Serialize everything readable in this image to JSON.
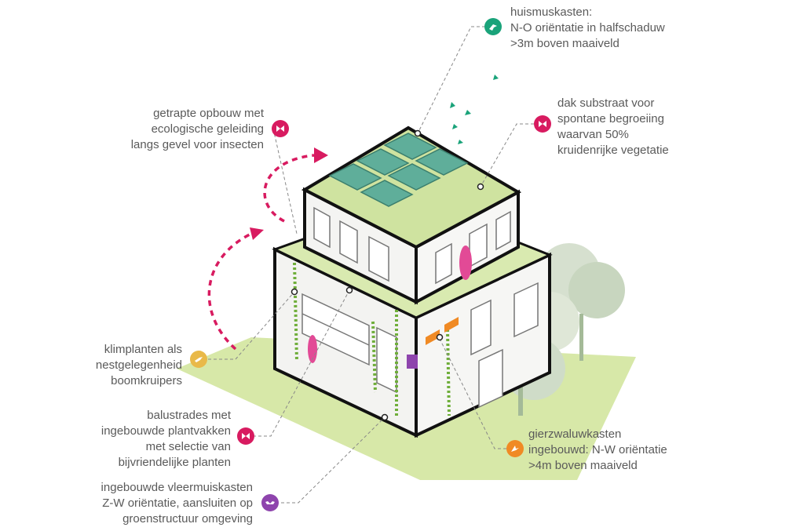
{
  "annotations": {
    "huismus": {
      "lines": [
        "huismuskasten:",
        "N-O oriëntatie in halfschaduw",
        ">3m boven maaiveld"
      ],
      "icon": "sparrow-icon",
      "color": "#1aa37a"
    },
    "dak": {
      "lines": [
        "dak substraat voor",
        "spontane begroeiing",
        "waarvan 50%",
        "kruidenrijke vegetatie"
      ],
      "icon": "butterfly-icon",
      "color": "#d81b60"
    },
    "opbouw": {
      "lines": [
        "getrapte opbouw met",
        "ecologische geleiding",
        "langs gevel voor insecten"
      ],
      "icon": "butterfly-icon",
      "color": "#d81b60"
    },
    "klimplanten": {
      "lines": [
        "klimplanten als",
        "nestgelegenheid",
        "boomkruipers"
      ],
      "icon": "treecreeper-icon",
      "color": "#e9b949"
    },
    "balustrades": {
      "lines": [
        "balustrades met",
        "ingebouwde plantvakken",
        "met selectie van",
        "bijvriendelijke planten"
      ],
      "icon": "bee-icon",
      "color": "#d81b60"
    },
    "vleermuis": {
      "lines": [
        "ingebouwde vleermuiskasten",
        "Z-W oriëntatie, aansluiten op",
        "groenstructuur omgeving"
      ],
      "icon": "bat-icon",
      "color": "#8e44ad"
    },
    "gierzwaluw": {
      "lines": [
        "gierzwaluwkasten",
        "ingebouwd: N-W oriëntatie",
        ">4m boven maaiveld"
      ],
      "icon": "swift-icon",
      "color": "#f08a24"
    }
  }
}
